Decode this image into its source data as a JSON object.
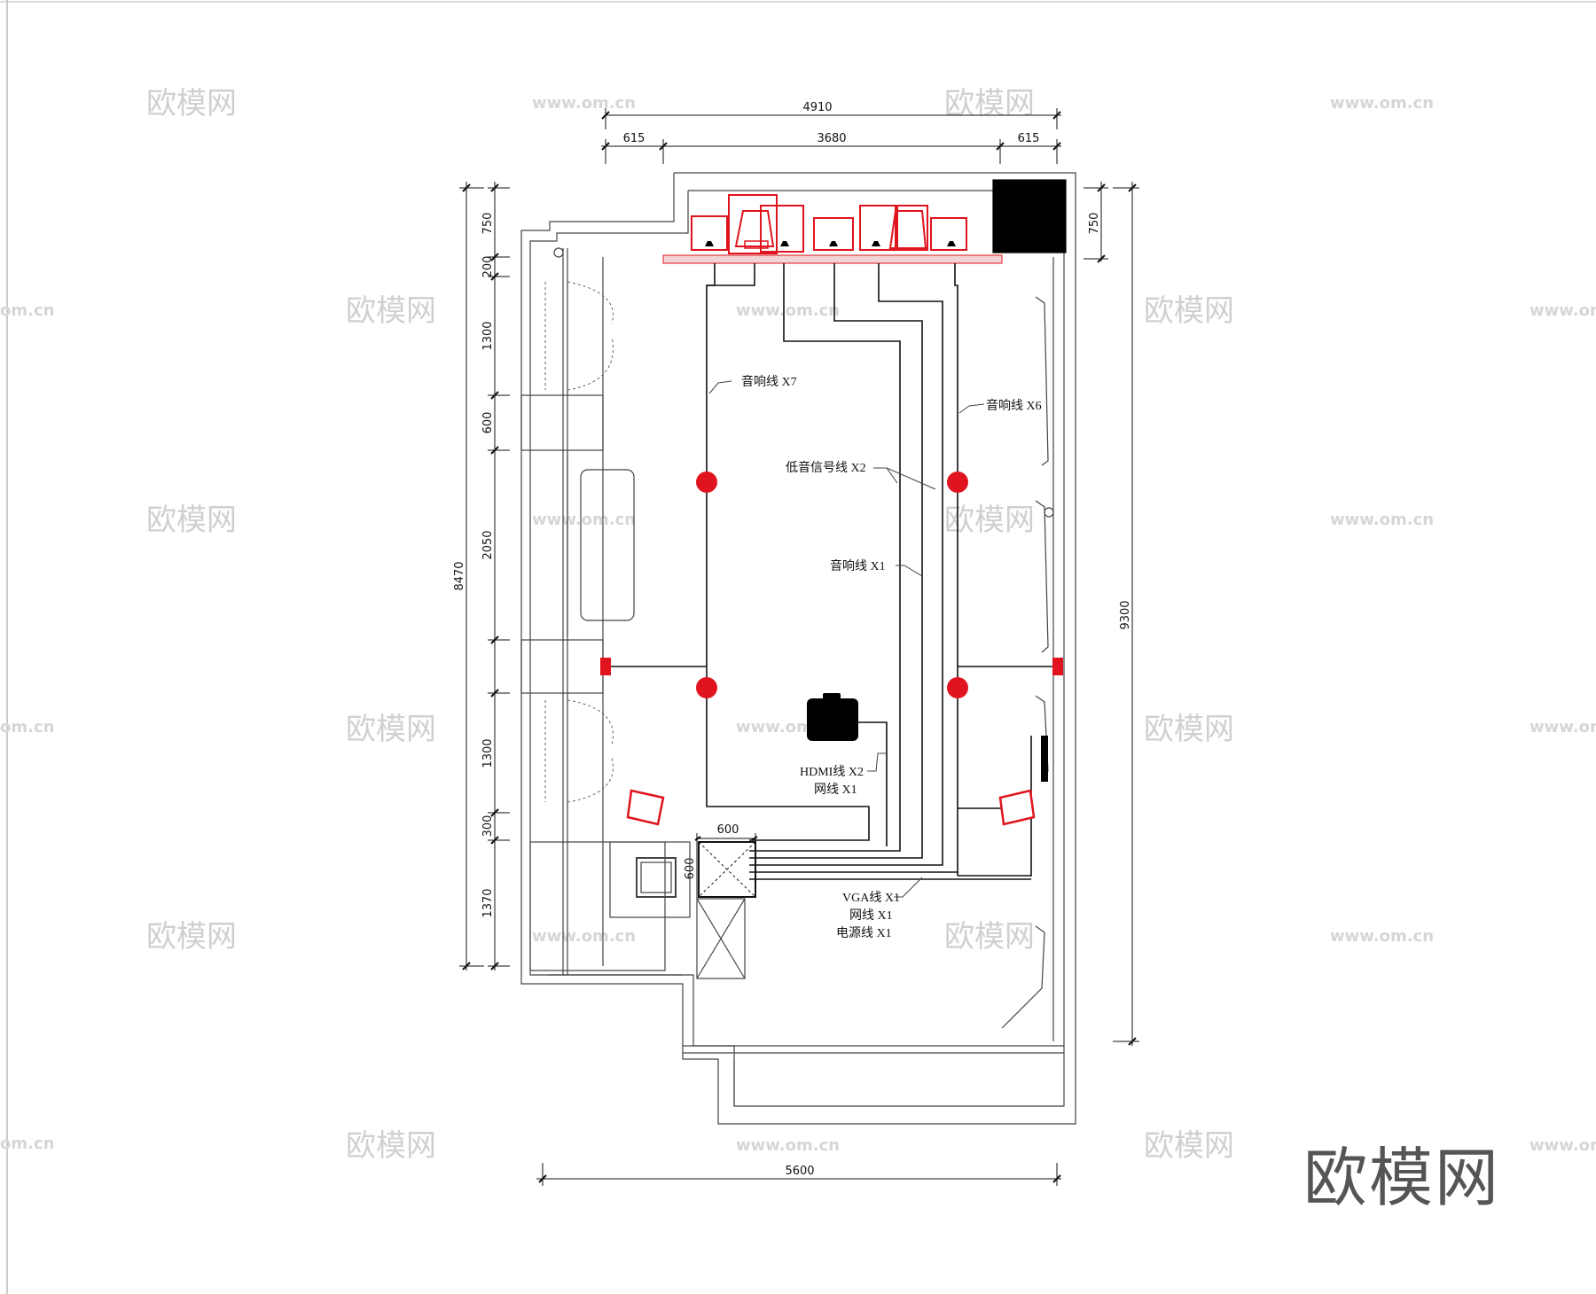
{
  "dimensions": {
    "top_total": "4910",
    "top_left": "615",
    "top_mid": "3680",
    "top_right": "615",
    "left_total": "8470",
    "left_seg_1": "750",
    "left_seg_2": "200",
    "left_seg_3": "1300",
    "left_seg_4": "600",
    "left_seg_5": "2050",
    "left_seg_6": "1300",
    "left_seg_7": "300",
    "left_seg_8": "1370",
    "right_top": "750",
    "right_total": "9300",
    "bottom_total": "5600",
    "box_w": "600",
    "box_h": "600"
  },
  "labels": {
    "speaker_x7": "音响线 X7",
    "speaker_x6": "音响线 X6",
    "sub_signal": "低音信号线 X2",
    "speaker_x1": "音响线 X1",
    "hdmi": "HDMI线 X2",
    "net_1": "网线 X1",
    "vga": "VGA线 X1",
    "net_2": "网线 X1",
    "power": "电源线 X1"
  },
  "watermark": {
    "brand": "欧模网",
    "url": "www.om.cn",
    "url_partial": "om.cn"
  },
  "colors": {
    "line": "#111111",
    "accent_red": "#e0141e",
    "wall_fill": "#f3d4d4"
  }
}
